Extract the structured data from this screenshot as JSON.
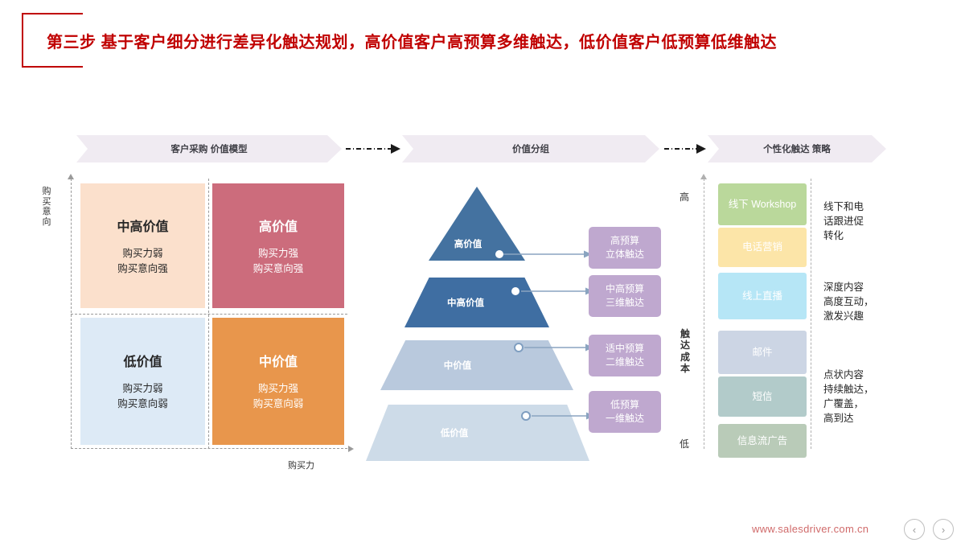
{
  "slide": {
    "title_step": "第三步",
    "title_main": "基于客户细分进行差异化触达规划，高价值客户高预算多维触达，低价值客户低预算低维触达",
    "accent_color": "#c00000"
  },
  "stages": {
    "items": [
      {
        "label": "客户采购 价值模型"
      },
      {
        "label": "价值分组"
      },
      {
        "label": "个性化触达 策略"
      }
    ]
  },
  "matrix": {
    "y_axis_label": "购买意向",
    "x_axis_label": "购买力",
    "quadrants": [
      {
        "title": "中高价值",
        "desc": "购买力弱\n购买意向强",
        "color": "#fbe0cc",
        "position": "top-left"
      },
      {
        "title": "高价值",
        "desc": "购买力强\n购买意向强",
        "color": "#cc6c7c",
        "position": "top-right"
      },
      {
        "title": "低价值",
        "desc": "购买力弱\n购买意向弱",
        "color": "#ddeaf6",
        "position": "bottom-left"
      },
      {
        "title": "中价值",
        "desc": "购买力强\n购买意向弱",
        "color": "#e8964c",
        "position": "bottom-right"
      }
    ]
  },
  "pyramid": {
    "layers": [
      {
        "label": "高价值",
        "color": "#4472a0",
        "dot": "filled"
      },
      {
        "label": "中高价值",
        "color": "#3f6ea2",
        "dot": "filled"
      },
      {
        "label": "中价值",
        "color": "#b9c9dd",
        "dot": "hollow"
      },
      {
        "label": "低价值",
        "color": "#cddbe8",
        "dot": "hollow"
      }
    ]
  },
  "budget_boxes": {
    "color": "#bfa8cf",
    "items": [
      {
        "line1": "高预算",
        "line2": "立体触达"
      },
      {
        "line1": "中高预算",
        "line2": "三维触达"
      },
      {
        "line1": "适中预算",
        "line2": "二维触达"
      },
      {
        "line1": "低预算",
        "line2": "一维触达"
      }
    ]
  },
  "channels": {
    "axis_label": "触达成本",
    "axis_high": "高",
    "axis_low": "低",
    "items": [
      {
        "label": "线下 Workshop",
        "color": "#bad89b"
      },
      {
        "label": "电话营销",
        "color": "#fce5a8"
      },
      {
        "label": "线上直播",
        "color": "#b6e6f6"
      },
      {
        "label": "邮件",
        "color": "#ccd5e4"
      },
      {
        "label": "短信",
        "color": "#b2cbca"
      },
      {
        "label": "信息流广告",
        "color": "#b9cbb8"
      }
    ],
    "notes": [
      "线下和电\n话跟进促\n转化",
      "深度内容\n高度互动，\n激发兴趣",
      "点状内容\n持续触达，\n广覆盖，\n高到达"
    ]
  },
  "footer": {
    "url": "www.salesdriver.com.cn",
    "prev_icon": "‹",
    "next_icon": "›"
  }
}
